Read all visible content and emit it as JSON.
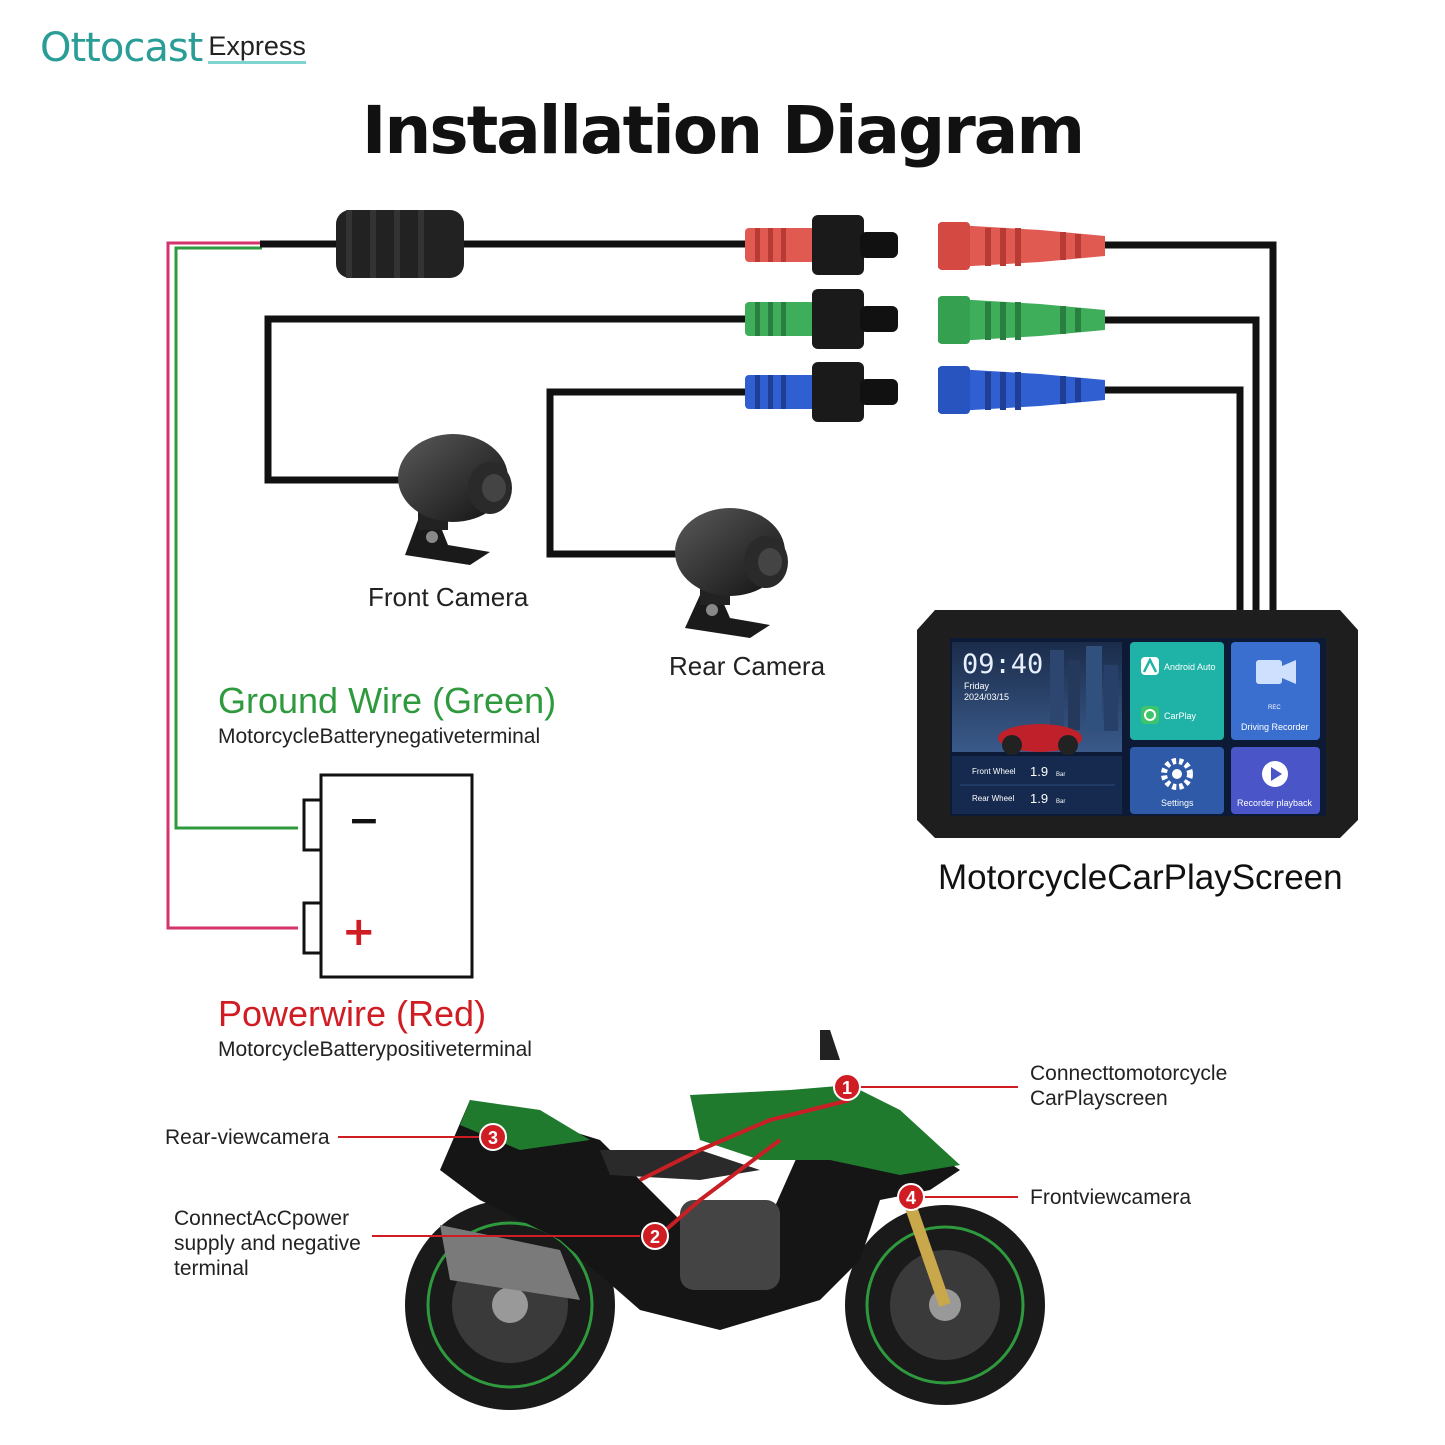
{
  "brand": {
    "name": "Ottocast",
    "suffix": "Express"
  },
  "title": "Installation Diagram",
  "colors": {
    "brand": "#2a9d96",
    "ground": "#2e9a3d",
    "power": "#d01d24",
    "connector_red": "#e05a52",
    "connector_green": "#3fae5a",
    "connector_blue": "#2f5fd0"
  },
  "components": {
    "front_camera": "Front Camera",
    "rear_camera": "Rear Camera",
    "screen": "MotorcycleCarPlayScreen"
  },
  "wires": {
    "ground_title": "Ground Wire (Green)",
    "ground_desc": "MotorcycleBatterynegativeterminal",
    "power_title": "Powerwire (Red)",
    "power_desc": "MotorcycleBatterypositiveterminal"
  },
  "battery": {
    "minus": "−",
    "plus": "+"
  },
  "screen_ui": {
    "time": "09:40",
    "day": "Friday",
    "date": "2024/03/15",
    "front_wheel_label": "Front Wheel",
    "front_wheel_value": "1.9",
    "rear_wheel_label": "Rear Wheel",
    "rear_wheel_value": "1.9",
    "unit": "Bar",
    "android_auto": "Android Auto",
    "carplay": "CarPlay",
    "driving_recorder": "Driving Recorder",
    "rec": "REC",
    "settings": "Settings",
    "recorder_playback": "Recorder playback"
  },
  "callouts": {
    "c1_line1": "Connecttomotorcycle",
    "c1_line2": "CarPlayscreen",
    "c2_line1": "ConnectAcCpower",
    "c2_line2": "supply and negative",
    "c2_line3": "terminal",
    "c3": "Rear-viewcamera",
    "c4": "Frontviewcamera"
  },
  "markers": [
    "1",
    "2",
    "3",
    "4"
  ]
}
